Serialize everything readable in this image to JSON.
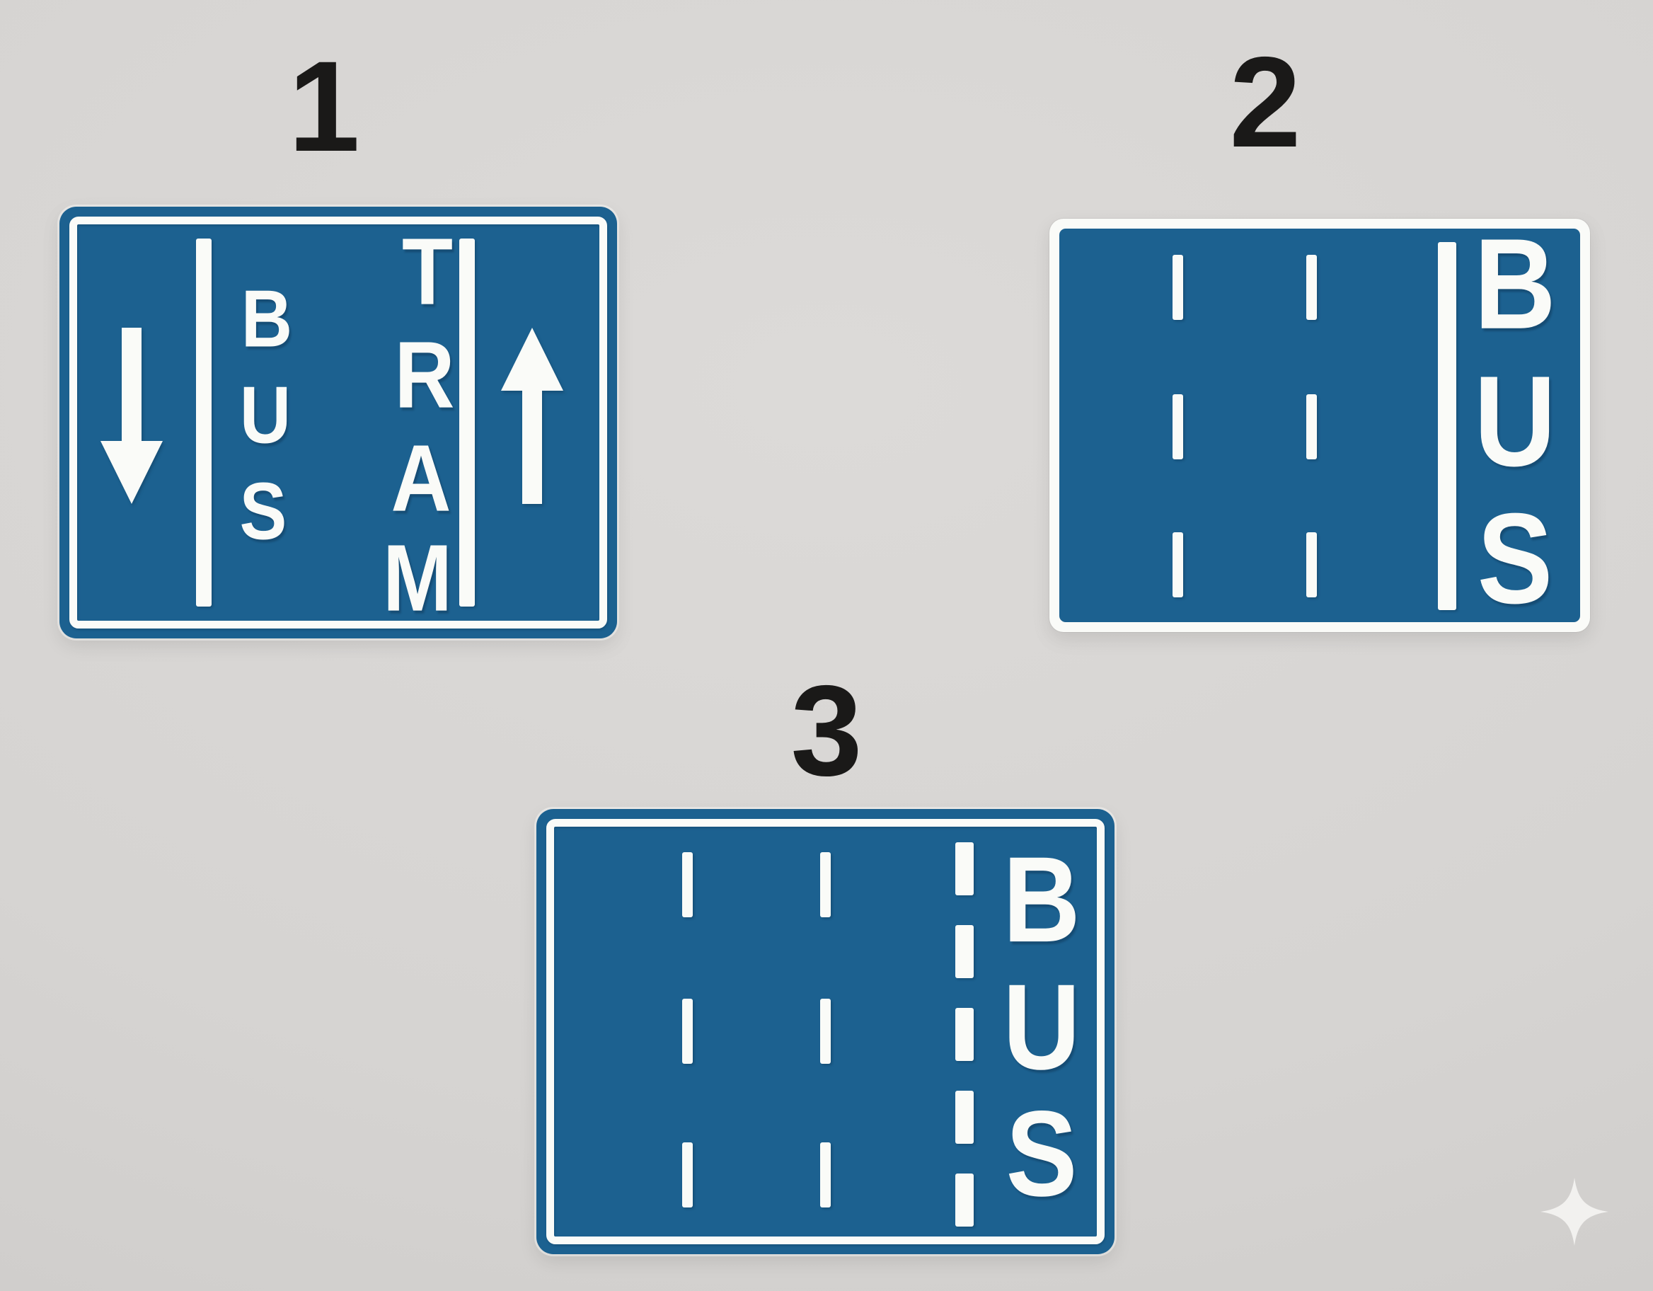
{
  "page": {
    "background_color": "#d7d5d3",
    "sign_panel_color": "#1c6190",
    "sign_marking_color": "#fafbf8",
    "label_color": "#1a1918"
  },
  "options": [
    {
      "label": "1"
    },
    {
      "label": "2"
    },
    {
      "label": "3"
    }
  ],
  "signs": {
    "first": {
      "description": "two-way carriageway with BUS lane and TRAM lane between solid lines, down arrow left lane, up arrow right lane",
      "bus": [
        "B",
        "U",
        "S"
      ],
      "tram": [
        "T",
        "R",
        "A",
        "M"
      ],
      "icons": [
        "down-arrow",
        "up-arrow"
      ],
      "separator_style": "solid"
    },
    "second": {
      "description": "carriageway with dashed lane lines and BUS lane separated by solid line on the right",
      "bus": [
        "B",
        "U",
        "S"
      ],
      "separator_style": "solid"
    },
    "third": {
      "description": "carriageway with dashed lane lines and BUS lane separated by dashed line on the right",
      "bus": [
        "B",
        "U",
        "S"
      ],
      "separator_style": "dashed"
    }
  },
  "decor": {
    "sparkle_icon": "four-pointed-star"
  }
}
